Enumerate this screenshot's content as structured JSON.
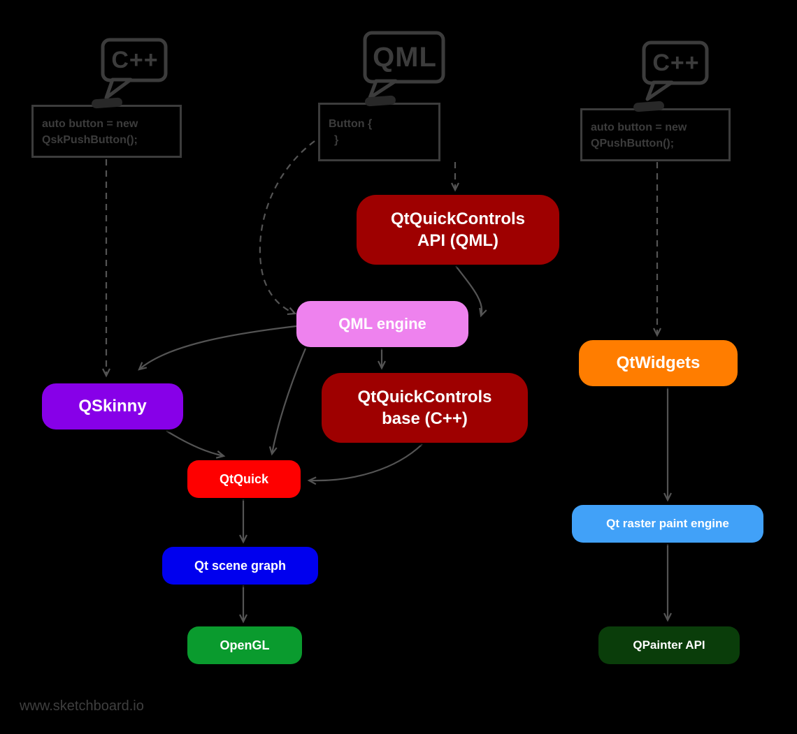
{
  "watermark": "www.sketchboard.io",
  "colors": {
    "background": "#000000",
    "sketch_stroke": "#3c3c3c",
    "arrow": "#545454",
    "node_text": "#ffffff"
  },
  "bubbles": {
    "left": {
      "label": "C++"
    },
    "middle": {
      "label": "QML"
    },
    "right": {
      "label": "C++"
    }
  },
  "code": {
    "left": {
      "line1": "auto button = new",
      "line2": "QskPushButton();"
    },
    "middle": {
      "line1": "Button {",
      "line2": "}"
    },
    "right": {
      "line1": "auto button = new",
      "line2": "QPushButton();"
    }
  },
  "nodes": {
    "qqc_api": {
      "line1": "QtQuickControls",
      "line2": "API (QML)",
      "color": "#9e0000"
    },
    "qml_engine": {
      "label": "QML engine",
      "color": "#ee82ee"
    },
    "qskinny": {
      "label": "QSkinny",
      "color": "#8700e8"
    },
    "qqc_base": {
      "line1": "QtQuickControls",
      "line2": "base (C++)",
      "color": "#9e0000"
    },
    "qtquick": {
      "label": "QtQuick",
      "color": "#fe0000"
    },
    "scene_graph": {
      "label": "Qt scene graph",
      "color": "#0000ee"
    },
    "opengl": {
      "label": "OpenGL",
      "color": "#0a9b2e"
    },
    "qtwidgets": {
      "label": "QtWidgets",
      "color": "#ff7d00"
    },
    "raster": {
      "label": "Qt raster paint engine",
      "color": "#41a1f8"
    },
    "qpainter": {
      "label": "QPainter API",
      "color": "#0a3d0a"
    }
  },
  "edges": [
    {
      "from": "code-left",
      "to": "qskinny",
      "style": "dashed"
    },
    {
      "from": "code-middle",
      "to": "qml_engine",
      "style": "dashed"
    },
    {
      "from": "code-middle",
      "to": "qqc_api",
      "style": "dashed"
    },
    {
      "from": "qqc_api",
      "to": "qml_engine",
      "style": "solid"
    },
    {
      "from": "qml_engine",
      "to": "qskinny",
      "style": "solid"
    },
    {
      "from": "qml_engine",
      "to": "qqc_base",
      "style": "solid"
    },
    {
      "from": "qml_engine",
      "to": "qtquick",
      "style": "solid"
    },
    {
      "from": "qskinny",
      "to": "qtquick",
      "style": "solid"
    },
    {
      "from": "qqc_base",
      "to": "qtquick",
      "style": "solid"
    },
    {
      "from": "qtquick",
      "to": "scene_graph",
      "style": "solid"
    },
    {
      "from": "scene_graph",
      "to": "opengl",
      "style": "solid"
    },
    {
      "from": "code-right",
      "to": "qtwidgets",
      "style": "dashed"
    },
    {
      "from": "qtwidgets",
      "to": "raster",
      "style": "solid"
    },
    {
      "from": "raster",
      "to": "qpainter",
      "style": "solid"
    }
  ]
}
